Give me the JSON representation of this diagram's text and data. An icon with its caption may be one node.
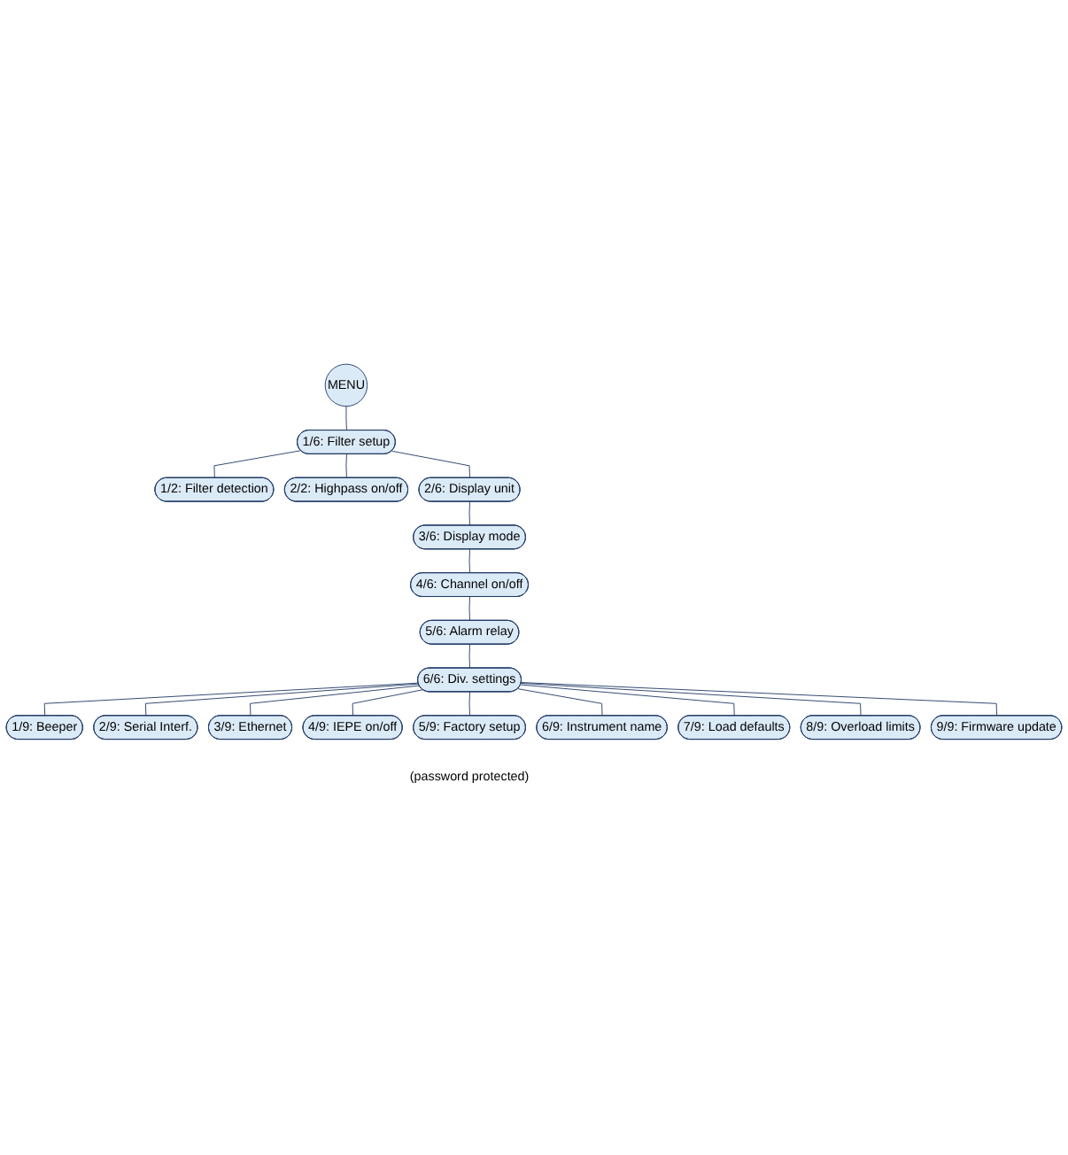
{
  "diagram": {
    "nodes": [
      {
        "text": [
          "MENU"
        ]
      },
      {
        "text": [
          "1/6: Filter setup"
        ]
      },
      {
        "text": [
          "1/2: Filter detection"
        ]
      },
      {
        "text": [
          "2/2: Highpass on/off"
        ]
      },
      {
        "text": [
          "2/6: Display unit"
        ]
      },
      {
        "text": [
          "3/6: Display mode"
        ]
      },
      {
        "text": [
          "4/6: Channel on/off"
        ]
      },
      {
        "text": [
          "5/6: Alarm relay"
        ]
      },
      {
        "text": [
          "6/6: Div. settings"
        ]
      },
      {
        "text": [
          "1/9: Beeper"
        ]
      },
      {
        "text": [
          "2/9: Serial Interf."
        ]
      },
      {
        "text": [
          "3/9: Ethernet"
        ]
      },
      {
        "text": [
          "4/9: IEPE on/off"
        ]
      },
      {
        "text": [
          "5/9: Factory setup"
        ],
        "beside": [
          "(password protected)"
        ]
      },
      {
        "text": [
          "6/9: Instrument name"
        ]
      },
      {
        "text": [
          "7/9: Load defaults"
        ]
      },
      {
        "text": [
          "8/9: Overload limits"
        ]
      },
      {
        "text": [
          "9/9: Firmware update"
        ]
      }
    ],
    "edges": [
      {
        "from": 0,
        "to": 1,
        "arrow": "none"
      },
      {
        "from": 1,
        "to": 2,
        "arrow": "none"
      },
      {
        "from": 1,
        "to": 3,
        "arrow": "none"
      },
      {
        "from": 1,
        "to": 4,
        "arrow": "none"
      },
      {
        "from": 4,
        "to": 5,
        "arrow": "none"
      },
      {
        "from": 5,
        "to": 6,
        "arrow": "none"
      },
      {
        "from": 6,
        "to": 7,
        "arrow": "none"
      },
      {
        "from": 7,
        "to": 8,
        "arrow": "none"
      },
      {
        "from": 8,
        "to": 9,
        "arrow": "none"
      },
      {
        "from": 8,
        "to": 10,
        "arrow": "none"
      },
      {
        "from": 8,
        "to": 11,
        "arrow": "none"
      },
      {
        "from": 8,
        "to": 12,
        "arrow": "none"
      },
      {
        "from": 8,
        "to": 13,
        "arrow": "none"
      },
      {
        "from": 8,
        "to": 14,
        "arrow": "none"
      },
      {
        "from": 8,
        "to": 15,
        "arrow": "none"
      },
      {
        "from": 8,
        "to": 16,
        "arrow": "none"
      },
      {
        "from": 8,
        "to": 17,
        "arrow": "none"
      }
    ]
  }
}
